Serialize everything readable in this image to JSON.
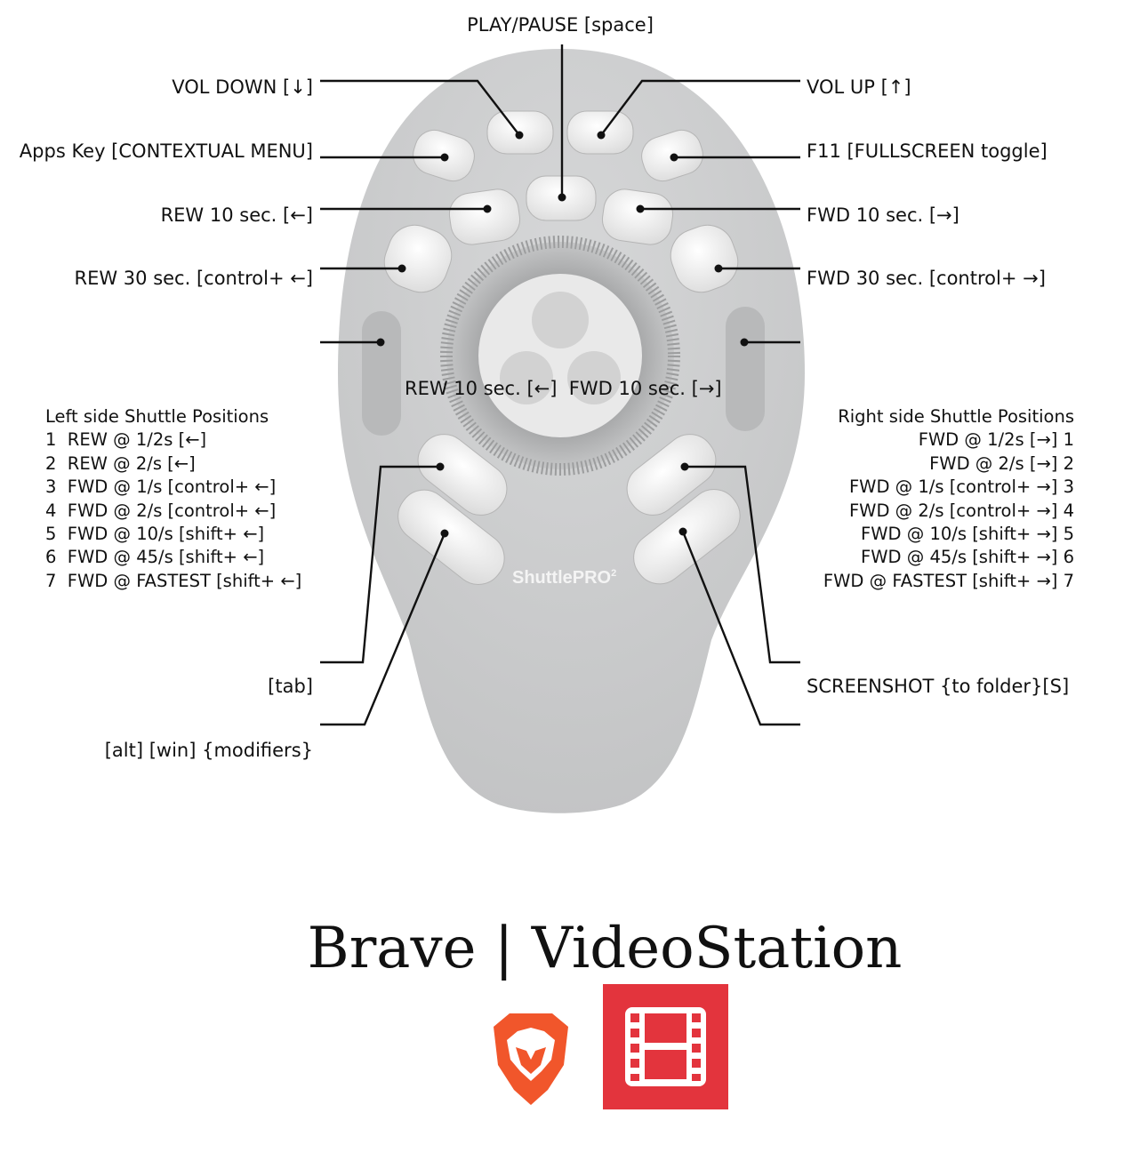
{
  "labels": {
    "play_pause": "PLAY/PAUSE [space]",
    "vol_down": "VOL DOWN [↓]",
    "vol_up": "VOL UP [↑]",
    "apps_key": "Apps Key [CONTEXTUAL MENU]",
    "f11": "F11 [FULLSCREEN toggle]",
    "rew10": "REW 10 sec. [←]",
    "fwd10": "FWD 10 sec. [→]",
    "rew30": "REW 30 sec. [control+ ←]",
    "fwd30": "FWD 30 sec. [control+ →]",
    "center": "REW 10 sec. [←]  FWD 10 sec. [→]",
    "tab": "[tab]",
    "modifiers": "[alt] [win] {modifiers}",
    "screenshot": "SCREENSHOT {to folder}[S]"
  },
  "left_shuttle": {
    "heading": "Left side Shuttle Positions",
    "items": [
      "1  REW @ 1/2s [←]",
      "2  REW @ 2/s [←]",
      "3  FWD @ 1/s [control+ ←]",
      "4  FWD @ 2/s [control+ ←]",
      "5  FWD @ 10/s [shift+ ←]",
      "6  FWD @ 45/s [shift+ ←]",
      "7  FWD @ FASTEST [shift+ ←]"
    ]
  },
  "right_shuttle": {
    "heading": "Right side Shuttle Positions",
    "items": [
      "FWD @ 1/2s [→] 1",
      "FWD @ 2/s [→] 2",
      "FWD @ 1/s [control+ →] 3",
      "FWD @ 2/s [control+ →] 4",
      "FWD @ 10/s [shift+ →] 5",
      "FWD @ 45/s [shift+ →] 6",
      "FWD @ FASTEST [shift+ →] 7"
    ]
  },
  "device_brand": "ShuttlePRO",
  "device_brand_suffix": "2",
  "footer_title": "Brave | VideoStation",
  "icons": {
    "brave": "brave-lion-logo",
    "videostation": "film-strip-icon"
  },
  "colors": {
    "device_body": "#c9cacb",
    "brave": "#f1562b",
    "videostation": "#e3343d"
  }
}
